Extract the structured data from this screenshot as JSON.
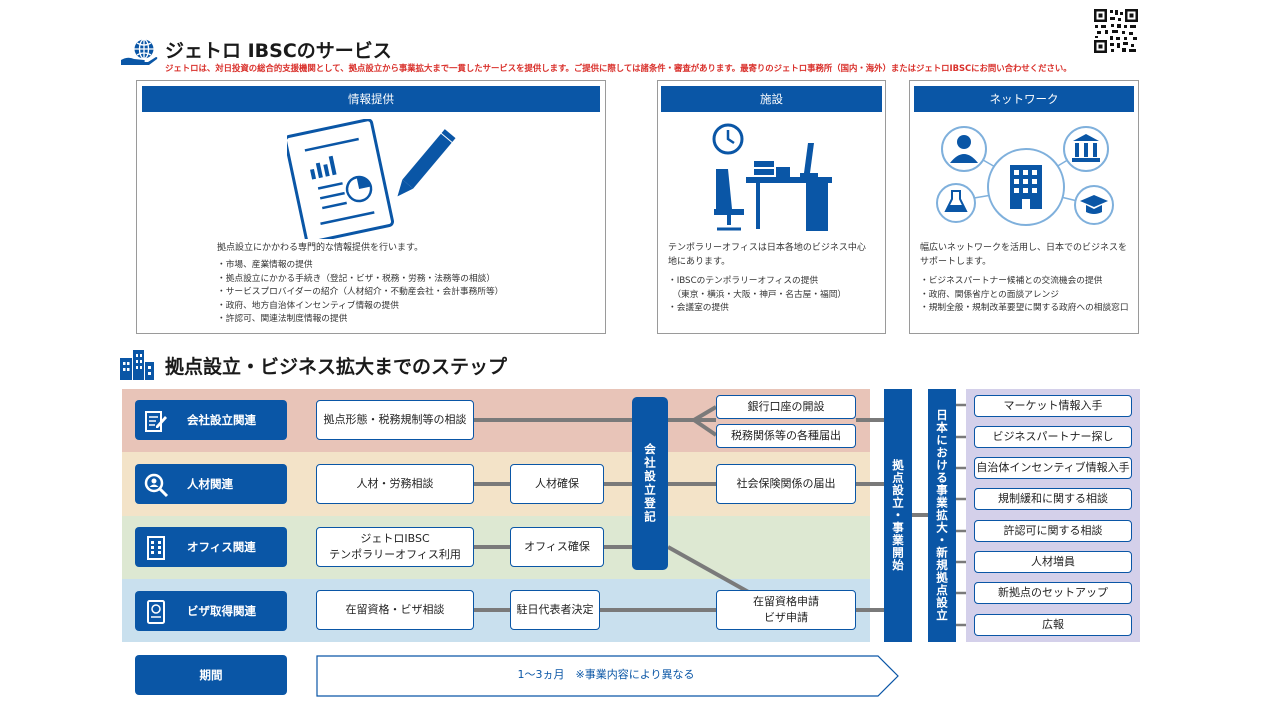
{
  "header": {
    "title": "ジェトロ IBSCのサービス",
    "subtitle": "ジェトロは、対日投資の総合的支援機関として、拠点設立から事業拡大まで一貫したサービスを提供します。ご提供に際しては諸条件・審査があります。最寄りのジェトロ事務所（国内・海外）またはジェトロIBSCにお問い合わせください。"
  },
  "cards": [
    {
      "title": "情報提供",
      "desc": "拠点設立にかかわる専門的な情報提供を行います。",
      "bullets": [
        "・市場、産業情報の提供",
        "・拠点設立にかかる手続き（登記・ビザ・税務・労務・法務等の相談）",
        "・サービスプロバイダーの紹介（人材紹介・不動産会社・会計事務所等）",
        "・政府、地方自治体インセンティブ情報の提供",
        "・許認可、関連法制度情報の提供"
      ]
    },
    {
      "title": "施設",
      "desc": "テンポラリーオフィスは日本各地のビジネス中心地にあります。",
      "bullets": [
        "・IBSCのテンポラリーオフィスの提供",
        "　（東京・横浜・大阪・神戸・名古屋・福岡）",
        "・会議室の提供"
      ]
    },
    {
      "title": "ネットワーク",
      "desc": "幅広いネットワークを活用し、日本でのビジネスをサポートします。",
      "bullets": [
        "・ビジネスパートナー候補との交流機会の提供",
        "・政府、関係省庁との面談アレンジ",
        "・規制全般・規制改革要望に関する政府への相談窓口"
      ]
    }
  ],
  "steps": {
    "title": "拠点設立・ビジネス拡大までのステップ",
    "categories": [
      "会社設立関連",
      "人材関連",
      "オフィス関連",
      "ビザ取得関連"
    ],
    "boxes": {
      "consult_form": "拠点形態・税務規制等の相談",
      "bank": "銀行口座の開設",
      "tax": "税務関係等の各種届出",
      "hr_consult": "人材・労務相談",
      "hr_secure": "人材確保",
      "social": "社会保険関係の届出",
      "ibsc_1": "ジェトロIBSC",
      "ibsc_2": "テンポラリーオフィス利用",
      "office_secure": "オフィス確保",
      "visa_consult": "在留資格・ビザ相談",
      "rep": "駐日代表者決定",
      "visa_apply_1": "在留資格申請",
      "visa_apply_2": "ビザ申請"
    },
    "company_reg": "会社設立登記",
    "start": "拠点設立・事業開始",
    "expansion": "日本における事業拡大・新規拠点設立",
    "expansion_items": [
      "マーケット情報入手",
      "ビジネスパートナー探し",
      "自治体インセンティブ情報入手",
      "規制緩和に関する相談",
      "許認可に関する相談",
      "人材増員",
      "新拠点のセットアップ",
      "広報"
    ],
    "period_label": "期間",
    "period_value": "1〜3ヵ月　※事業内容により異なる"
  },
  "colors": {
    "accent": "#0a56a6",
    "band1": "#e8c4b8",
    "band2": "#f3e3c8",
    "band3": "#dde8d2",
    "band4": "#c9e0ee",
    "expansion_bg": "#d4d0ea",
    "notice": "#d9302b"
  }
}
